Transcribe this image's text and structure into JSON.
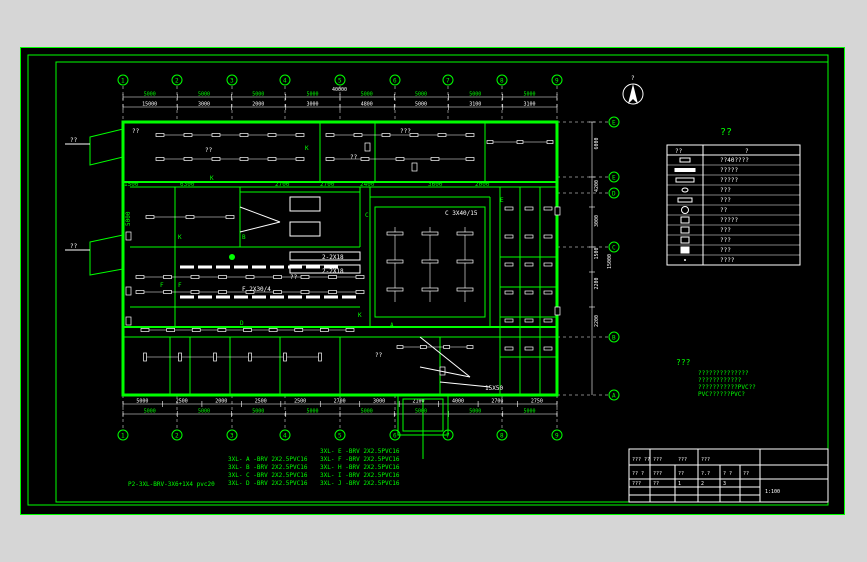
{
  "drawing": {
    "grid_top": [
      "1",
      "2",
      "3",
      "4",
      "5",
      "6",
      "7",
      "8",
      "9"
    ],
    "grid_bottom": [
      "1",
      "2",
      "3",
      "4",
      "5",
      "6",
      "7",
      "8",
      "9"
    ],
    "grid_right": [
      "E",
      "E",
      "D",
      "C",
      "B",
      "A"
    ],
    "dims_top_row1": [
      "5000",
      "5000",
      "5000",
      "5000",
      "5000",
      "5000",
      "5000",
      "5000"
    ],
    "dims_top_row2": [
      "40000"
    ],
    "dims_top_row3": [
      "15000",
      "3000",
      "2000",
      "3000",
      "4800",
      "5000",
      "3100",
      "3100"
    ],
    "dims_bottom_row1": [
      "5000",
      "2500",
      "2000",
      "2500",
      "2500",
      "2700",
      "3000",
      "2100",
      "4000",
      "2700",
      "2750"
    ],
    "dims_bottom_row2": [
      "5000",
      "5000",
      "5000",
      "5000",
      "5000",
      "5000",
      "5000",
      "5000"
    ],
    "dims_right": [
      "6000",
      "4200",
      "3000",
      "1500",
      "2200",
      "2200",
      "15000"
    ],
    "room_labels": [
      "K",
      "K",
      "K",
      "F",
      "F",
      "B",
      "A",
      "D",
      "E",
      "C",
      "C 3X40/15",
      "F 2X30/4",
      "2-2X18",
      "2-2X18",
      "15X50",
      "K"
    ],
    "misc_labels": [
      "??",
      "??",
      "??",
      "??",
      "???",
      "??",
      "??",
      "??",
      "1500",
      "6300",
      "2700",
      "2700",
      "2400",
      "3600",
      "2000",
      "5000"
    ],
    "entrances": [
      "??",
      "??"
    ],
    "north": "?"
  },
  "legend": {
    "title": "??",
    "header": [
      "??",
      "?"
    ],
    "rows": [
      {
        "icon": "small-rect-icon",
        "text": "??40????"
      },
      {
        "icon": "long-rect-icon",
        "text": "?????"
      },
      {
        "icon": "double-rect-icon",
        "text": "?????"
      },
      {
        "icon": "oval-icon",
        "text": "???"
      },
      {
        "icon": "bar-rect-icon",
        "text": "???"
      },
      {
        "icon": "circle-icon",
        "text": "??"
      },
      {
        "icon": "square-icon",
        "text": "?????"
      },
      {
        "icon": "square-b-icon",
        "text": "???"
      },
      {
        "icon": "square-c-icon",
        "text": "???"
      },
      {
        "icon": "double-square-icon",
        "text": "???"
      },
      {
        "icon": "dot-icon",
        "text": "????"
      }
    ]
  },
  "notes": {
    "title": "???",
    "lines": [
      "??????????????",
      "????????????",
      "???????????PVC??",
      "PVC??????PVC?"
    ]
  },
  "circuits": [
    "3XL- A  -BRV 2X2.5PVC16",
    "3XL- B  -BRV 2X2.5PVC16",
    "3XL- C  -BRV 2X2.5PVC16",
    "3XL- D  -BRV 2X2.5PVC16",
    "3XL- E  -BRV 2X2.5PVC16",
    "3XL- F  -BRV 2X2.5PVC16",
    "3XL- H  -BRV 2X2.5PVC16",
    "3XL- I  -BRV 2X2.5PVC16",
    "3XL- J  -BRV 2X2.5PVC16"
  ],
  "feeder": "P2-3XL-BRV-3X6+1X4 pvc20",
  "title_block": {
    "cells": [
      "??? ??",
      "???",
      "???",
      "???",
      "?? ?",
      "???",
      "??",
      "?.?",
      "? ?",
      "??",
      "???",
      "??",
      "1",
      "2",
      "3",
      "1:100"
    ]
  }
}
